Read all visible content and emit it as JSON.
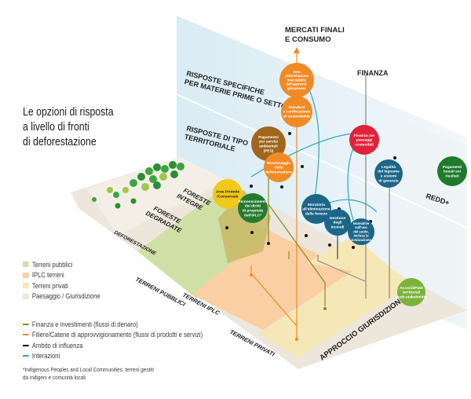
{
  "title": {
    "lines": [
      "Le opzioni di risposta",
      "a livello di fronti",
      "di deforestazione"
    ]
  },
  "wall_labels": {
    "specific": [
      "RISPOSTE SPECIFICHE",
      "PER MATERIE PRIME O SETTORI"
    ],
    "territorial": [
      "RISPOSTE DI TIPO",
      "TERRITORIALE"
    ]
  },
  "top_labels": {
    "markets": [
      "MERCATI FINALI",
      "E CONSUMO"
    ],
    "finance": "FINANZA",
    "redd": "REDD+"
  },
  "forest_labels": {
    "intact": [
      "FORESTE",
      "INTEGRE"
    ],
    "degraded": [
      "FORESTE",
      "DEGRADATE"
    ],
    "deforestation": "DEFORESTAZIONE"
  },
  "land_labels": {
    "public": "TERRENI PUBBLICI",
    "iplc": "TERRENI IPLC",
    "private": "TERRENI PRIVATI",
    "jurisdictional": "APPROCCIO GIURISDIZIONALE"
  },
  "nodes": [
    {
      "id": "zero-def",
      "lines": [
        "Zero",
        "deforestazione",
        "/tracciabilità",
        "dell'approvvi-",
        "gionamento"
      ],
      "color": "#f08a24"
    },
    {
      "id": "standards",
      "lines": [
        "Standard",
        "e certificazione",
        "di sostenibilità"
      ],
      "color": "#f08a24"
    },
    {
      "id": "pes",
      "lines": [
        "Pagamento",
        "per servizi",
        "ambientali",
        "(PES)"
      ],
      "color": "#a0661c"
    },
    {
      "id": "monitoring",
      "lines": [
        "Monitoraggio",
        "della",
        "deforestazione"
      ],
      "color": "#f08a24"
    },
    {
      "id": "finance-sust",
      "lines": [
        "Finanza per",
        "paesaggi",
        "sostenibili"
      ],
      "color": "#e0223a"
    },
    {
      "id": "protected",
      "lines": [
        "Aree Protette",
        "/Conservate"
      ],
      "color": "#f2c81a"
    },
    {
      "id": "iplc-rights",
      "lines": [
        "Riconoscimento",
        "dei diritti",
        "di proprietà",
        "dell'IPLC*"
      ],
      "color": "#267a2e"
    },
    {
      "id": "moratorium",
      "lines": [
        "Moratoria",
        "all'eliminazione",
        "delle foreste"
      ],
      "color": "#1d6688"
    },
    {
      "id": "fire",
      "lines": [
        "Gestione",
        "degli",
        "incendi"
      ],
      "color": "#1d6688"
    },
    {
      "id": "land-use",
      "lines": [
        "Normative",
        "sull'uso",
        "del suolo,",
        "inclusa la",
        "zonizzazione"
      ],
      "color": "#1d6688"
    },
    {
      "id": "legality",
      "lines": [
        "Legalità",
        "del legname",
        "e sistemi",
        "di garanzia"
      ],
      "color": "#1d6688"
    },
    {
      "id": "results-pay",
      "lines": [
        "Pagamenti",
        "basati sui",
        "risultati"
      ],
      "color": "#1e7a2c"
    },
    {
      "id": "agreements",
      "lines": [
        "Accordi/Patti",
        "territoriali",
        "multi-stakeholder"
      ],
      "color": "#7bb33a"
    }
  ],
  "legend": {
    "areas": [
      {
        "label": "Terreni pubblici",
        "color": "#cfe0a6"
      },
      {
        "label": "IPLC terreni",
        "color": "#f9cfa3"
      },
      {
        "label": "Terreni privati",
        "color": "#f6e7b6"
      },
      {
        "label": "Paesaggio / Giurisdizione",
        "color": "#ebe5da"
      }
    ],
    "lines": [
      {
        "label": "Finanza e investimenti (flussi di denaro)",
        "color": "#8a8a2a"
      },
      {
        "label": "Filiere/Catene di approvvigionamento (flussi di prodotti e servizi)",
        "color": "#f08a24"
      },
      {
        "label": "Ambito di influenza",
        "color": "#111111"
      },
      {
        "label": "Interazioni",
        "color": "#2aa8b8"
      }
    ]
  },
  "footnote": [
    "*Indigenous Peoples and Local Communities: terreni gestiti",
    "da indigeni e comunità locali"
  ]
}
